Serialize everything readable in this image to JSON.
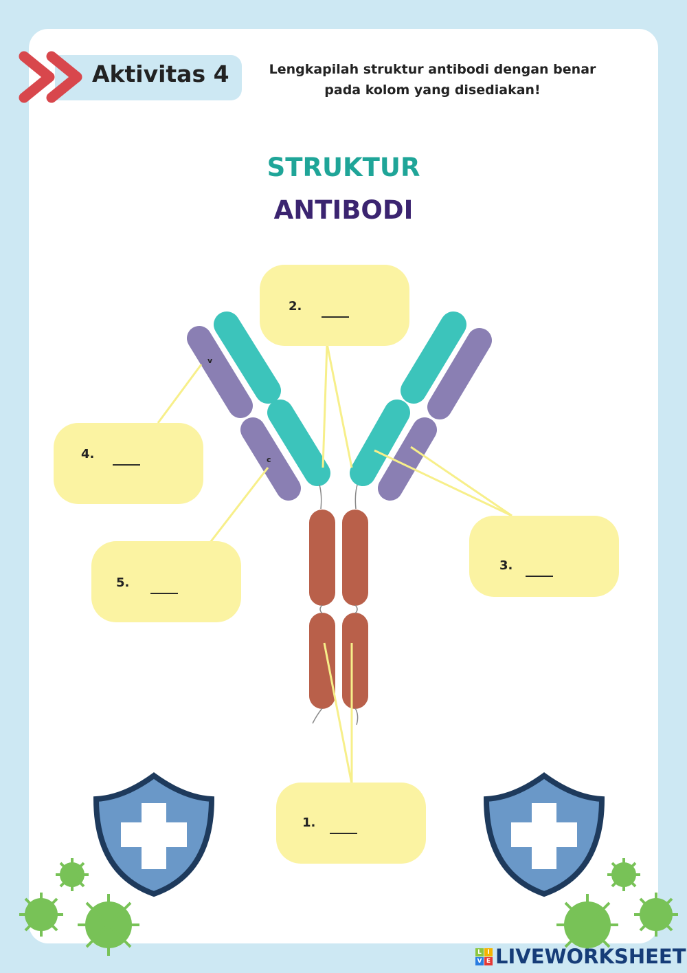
{
  "header": {
    "activity_label": "Aktivitas 4",
    "instruction_line1": "Lengkapilah struktur antibodi dengan benar",
    "instruction_line2": "pada kolom yang disediakan!"
  },
  "title": {
    "line1": "STRUKTUR",
    "line2": "ANTIBODI"
  },
  "diagram": {
    "label_v": "v",
    "label_c": "c"
  },
  "answers": [
    {
      "number": "1.",
      "placeholder": "____"
    },
    {
      "number": "2.",
      "placeholder": "____"
    },
    {
      "number": "3.",
      "placeholder": "____"
    },
    {
      "number": "4.",
      "placeholder": "____"
    },
    {
      "number": "5.",
      "placeholder": "____"
    }
  ],
  "footer": {
    "logo_blocks": [
      "L",
      "I",
      "V",
      "E"
    ],
    "logo_text": "LIVEWORKSHEETS"
  },
  "colors": {
    "teal": "#1fa598",
    "purple": "#3b2470",
    "label_bg": "#fbf3a2",
    "background": "#cde8f3"
  }
}
